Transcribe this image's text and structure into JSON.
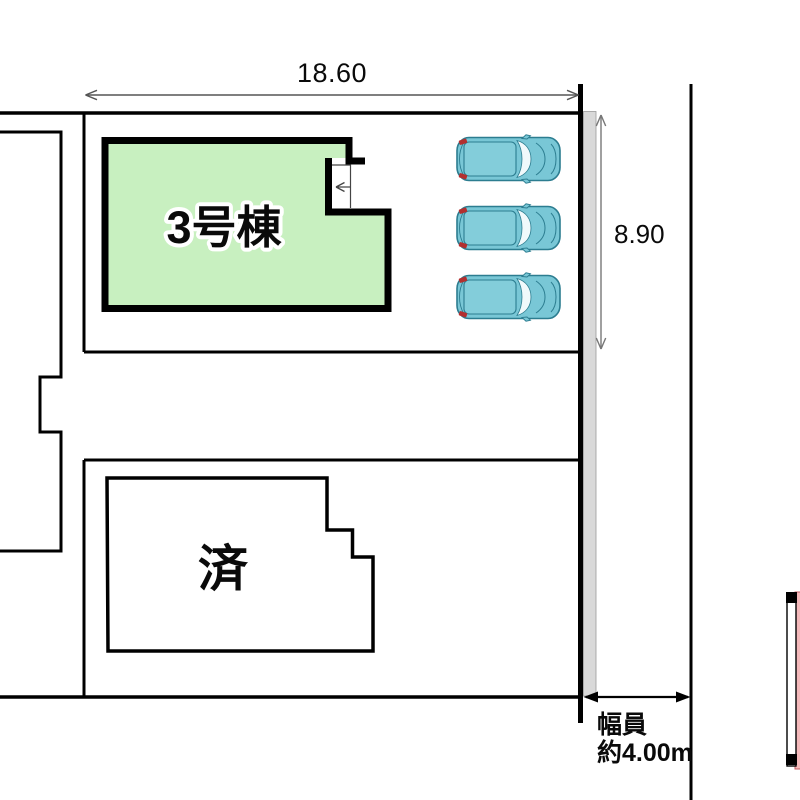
{
  "plan": {
    "dim_top": "18.60",
    "dim_right": "8.90",
    "road_width_line1": "幅員",
    "road_width_line2": "約4.00m",
    "building_main_label": "3号棟",
    "building_sold_label": "済"
  },
  "colors": {
    "building_fill": "#c8f0c0",
    "car_body": "#79c7d6",
    "car_outline": "#2c7d90",
    "sidewalk": "#d9d9d9",
    "neighbor_pink": "#f4b8ba",
    "line": "#000000"
  },
  "icons": {
    "car": "car-icon",
    "entrance_arrow": "entrance-arrow-icon"
  },
  "cars_count": 3
}
